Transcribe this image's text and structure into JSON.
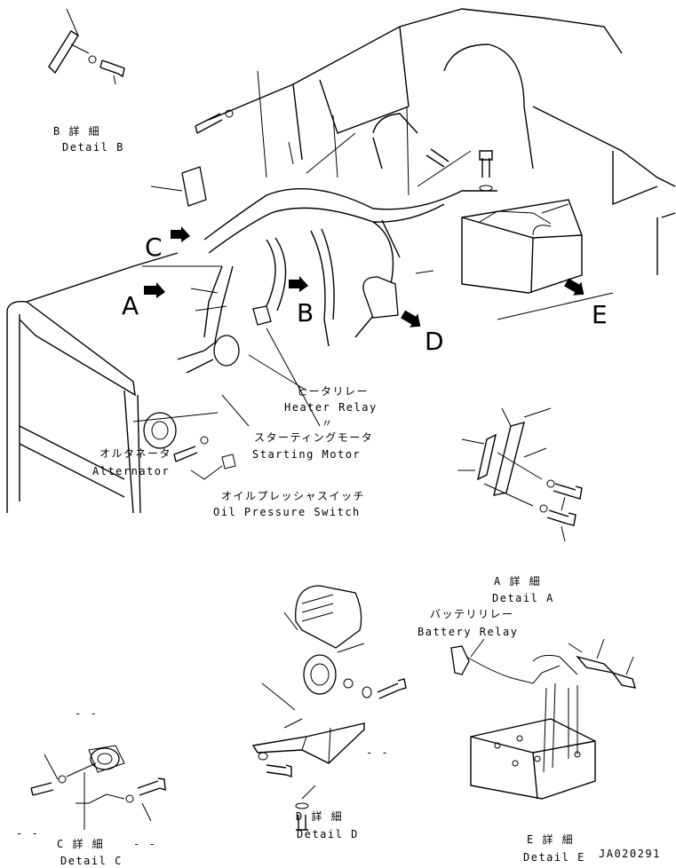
{
  "details": {
    "b": {
      "ja": "B 詳 細",
      "en": "Detail B"
    },
    "a": {
      "ja": "A 詳 細",
      "en": "Detail A"
    },
    "c": {
      "ja": "C 詳 細",
      "en": "Detail C"
    },
    "d": {
      "ja": "D 詳 細",
      "en": "Detail D"
    },
    "e": {
      "ja": "E 詳 細",
      "en": "Detail E"
    }
  },
  "view_arrows": {
    "a": "A",
    "b": "B",
    "c": "C",
    "d": "D",
    "e": "E"
  },
  "parts": {
    "heater_relay": {
      "ja": "ヒータリレー",
      "en": "Heater Relay"
    },
    "ditto_mark": "〃",
    "starting_motor": {
      "ja": "スターティングモータ",
      "en": "Starting Motor"
    },
    "alternator": {
      "ja": "オルタネータ",
      "en": "Alternator"
    },
    "oil_pressure_switch": {
      "ja": "オイルプレッシャスイッチ",
      "en": "Oil Pressure Switch"
    },
    "battery_relay": {
      "ja": "バッテリリレー",
      "en": "Battery Relay"
    }
  },
  "dash_marks": [
    "- -",
    "- -",
    "- -",
    "- -"
  ],
  "drawing_number": "JA020291"
}
